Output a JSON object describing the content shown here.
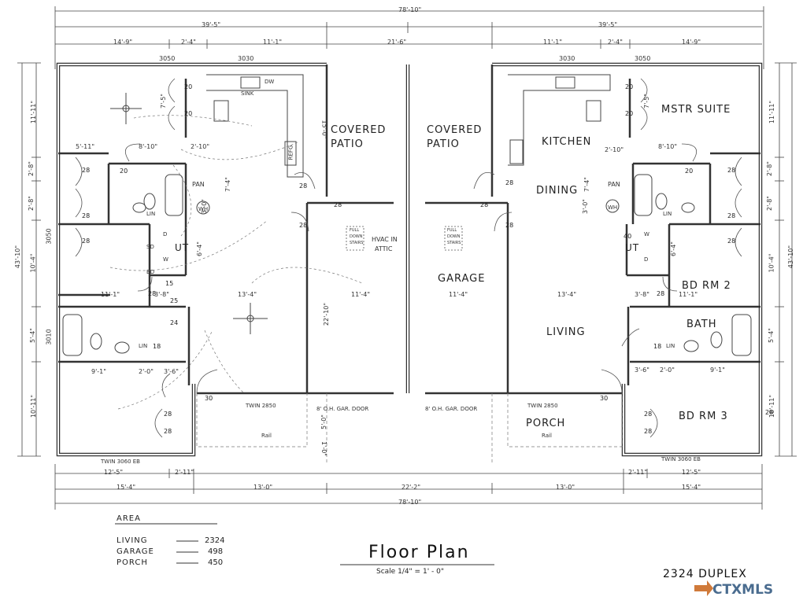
{
  "rooms": {
    "covered_patio_left": [
      "COVERED",
      "PATIO"
    ],
    "covered_patio_right": [
      "COVERED",
      "PATIO"
    ],
    "kitchen": "KITCHEN",
    "dining": "DINING",
    "mstr_suite": "MSTR SUITE",
    "garage": "GARAGE",
    "hvac": [
      "HVAC IN",
      "ATTIC"
    ],
    "living": "LIVING",
    "bd_rm_2": "BD RM 2",
    "bath": "BATH",
    "bd_rm_3": "BD RM 3",
    "porch": "PORCH",
    "ut_left": "UT",
    "ut_right": "UT"
  },
  "dimensions": {
    "overall_top": "78'-10\"",
    "half_left": "39'-5\"",
    "half_right": "39'-5\"",
    "center_gap": "21'-6\"",
    "left_14_9": "14'-9\"",
    "left_2_4": "2'-4\"",
    "left_11_1": "11'-1\"",
    "right_11_1": "11'-1\"",
    "right_2_4": "2'-4\"",
    "right_14_9": "14'-9\"",
    "win_3050_l": "3050",
    "win_3030_l": "3030",
    "win_3030_r": "3030",
    "win_3050_r": "3050",
    "bottom_overall": "78'-10\"",
    "bottom_15_4_l": "15'-4\"",
    "bottom_13_0_l": "13'-0\"",
    "bottom_22_2": "22'-2\"",
    "bottom_13_0_r": "13'-0\"",
    "bottom_15_4_r": "15'-4\"",
    "bottom_12_5_l": "12'-5\"",
    "bottom_2_11_l": "2'-11\"",
    "bottom_2_11_r": "2'-11\"",
    "bottom_12_5_r": "12'-5\"",
    "side_43_10_l": "43'-10\"",
    "side_43_10_r": "43'-10\"",
    "d_5_11": "5'-11\"",
    "d_8_10_l": "8'-10\"",
    "d_2_10_l": "2'-10\"",
    "d_2_10_r": "2'-10\"",
    "d_8_10_r": "8'-10\"",
    "d_11_1_a": "11'-1\"",
    "d_13_4_l": "13'-4\"",
    "d_11_4_l": "11'-4\"",
    "d_11_4_r": "11'-4\"",
    "d_13_4_r": "13'-4\"",
    "d_11_1_b": "11'-1\"",
    "d_3_8_l": "3'-8\"",
    "d_3_8_r": "3'-8\"",
    "d_9_1_l": "9'-1\"",
    "d_9_1_r": "9'-1\"",
    "d_2_0_l": "2'-0\"",
    "d_2_0_r": "2'-0\"",
    "d_3_6_l": "3'-6\"",
    "d_3_6_r": "3'-6\"",
    "d_15_0": "15'-0\"",
    "d_22_10": "22'-10\"",
    "d_5_0": "5'-0\"",
    "d_1_0": "1'-0\"",
    "d_6_4_l": "6'-4\"",
    "d_6_4_r": "6'-4\"",
    "d_3_0_l": "3'-0\"",
    "d_3_0_r": "3'-0\"",
    "d_7_4_l": "7'-4\"",
    "d_7_4_r": "7'-4\"",
    "d_7_5_l": "7'-5\"",
    "d_7_5_r": "7'-5\"",
    "side_11_11_l": "11'-11\"",
    "side_2_8_l": "2'-8\"",
    "side_2_8_l2": "2'-8\"",
    "side_10_4_l": "10'-4\"",
    "side_5_4_l": "5'-4\"",
    "side_10_11_l": "10'-11\"",
    "side_11_11_r": "11'-11\"",
    "side_2_8_r": "2'-8\"",
    "side_2_8_r2": "2'-8\"",
    "side_10_4_r": "10'-4\"",
    "side_5_4_r": "5'-4\"",
    "side_10_11_r": "10'-11\"",
    "win_3050_side": "3050",
    "win_3010_side": "3010"
  },
  "notes": {
    "twin_2850_l": "TWIN 2850",
    "twin_2850_r": "TWIN 2850",
    "twin_3060_l": "TWIN 3060 EB",
    "twin_3060_r": "TWIN 3060 EB",
    "gar_door_l": "8' O.H. GAR. DOOR",
    "gar_door_r": "8' O.H. GAR. DOOR",
    "rail_l": "Rail",
    "rail_r": "Rail",
    "sink": "SINK",
    "dw": "DW",
    "refg": "REFG",
    "pan_l": "PAN",
    "pan_r": "PAN",
    "lin_1": "LIN",
    "lin_2": "LIN",
    "lin_3": "LIN",
    "lin_4": "LIN",
    "full_down_stairs_l": [
      "FULL",
      "DOWN",
      "STAIRS"
    ],
    "full_down_stairs_r": [
      "FULL",
      "DOWN",
      "STAIRS"
    ],
    "wh_l": "WH",
    "wh_r": "WH",
    "d_l": "D",
    "w_l": "W",
    "d_r": "D",
    "w_r": "W",
    "sd": "SD",
    "bd": "BD",
    "n_20": "20",
    "n_28": "28",
    "n_30": "30",
    "n_40": "40",
    "n_18": "18",
    "n_24": "24",
    "n_15": "15",
    "n_25": "25"
  },
  "area": {
    "heading": "AREA",
    "rows": [
      {
        "label": "LIVING",
        "value": "2324"
      },
      {
        "label": "GARAGE",
        "value": "498"
      },
      {
        "label": "PORCH",
        "value": "450"
      }
    ]
  },
  "title": "Floor Plan",
  "scale": "Scale 1/4\" = 1' - 0\"",
  "project": "2324 DUPLEX",
  "logo": "CTXMLS"
}
